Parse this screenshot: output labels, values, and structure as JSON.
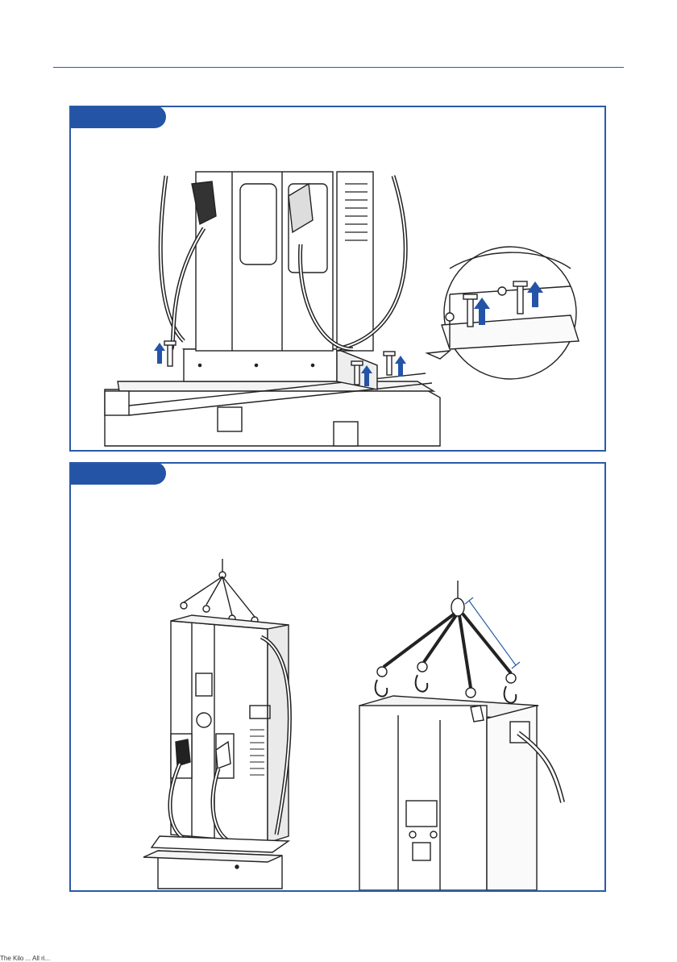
{
  "page": {
    "header_rule_color": "#2a5aa8",
    "accent_color": "#2454a6",
    "footer_text": "The Kilo ... All ri..."
  },
  "steps": [
    {
      "label": "",
      "illustration": "remove-pallet-bolts"
    },
    {
      "label": "",
      "illustration": "hoist-charger-with-slings"
    }
  ],
  "icons": [
    "up-arrow-icon",
    "bolt-icon",
    "lifting-hook-icon",
    "sling-icon"
  ]
}
